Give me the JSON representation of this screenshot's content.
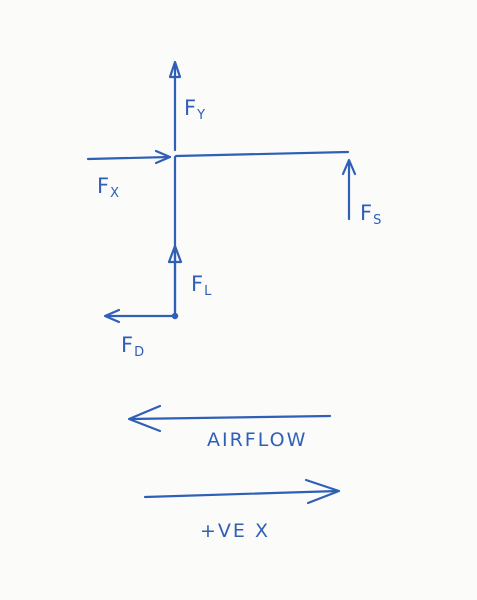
{
  "colors": {
    "ink": "#2f5fb6",
    "paper": "#fbfbf9"
  },
  "forces": {
    "fy": {
      "main": "F",
      "sub": "Y"
    },
    "fx": {
      "main": "F",
      "sub": "X"
    },
    "fs": {
      "main": "F",
      "sub": "S"
    },
    "fl": {
      "main": "F",
      "sub": "L"
    },
    "fd": {
      "main": "F",
      "sub": "D"
    }
  },
  "captions": {
    "airflow": "AIRFLOW",
    "positive_x": "+VE X"
  }
}
